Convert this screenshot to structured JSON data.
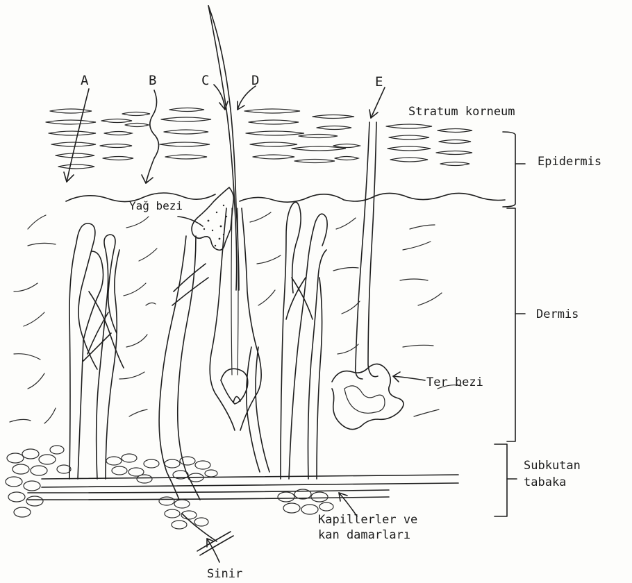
{
  "diagram": {
    "labels": {
      "A": "A",
      "B": "B",
      "C": "C",
      "D": "D",
      "E": "E",
      "stratum": "Stratum korneum",
      "epidermis": "Epidermis",
      "dermis": "Dermis",
      "subkutan_line1": "Subkutan",
      "subkutan_line2": "tabaka",
      "yag_bezi": "Yağ bezi",
      "ter_bezi": "Ter bezi",
      "kapiller_line1": "Kapillerler ve",
      "kapiller_line2": "kan damarları",
      "sinir": "Sinir"
    },
    "ink_color": "#1e1e1e",
    "background": "#fdfdfb"
  }
}
